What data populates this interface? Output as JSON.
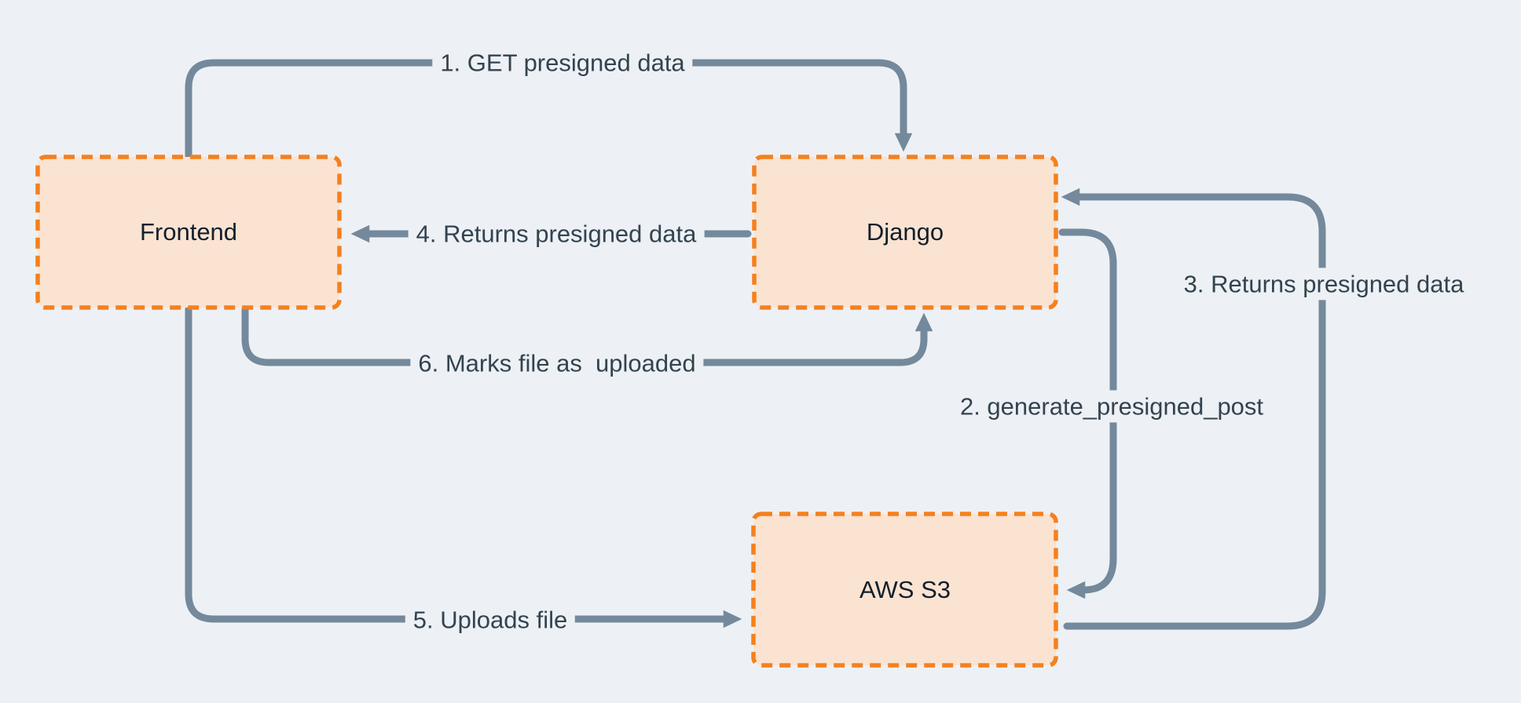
{
  "diagram": {
    "description": "Presigned S3 upload flow diagram",
    "nodes": [
      {
        "id": "frontend",
        "label": "Frontend"
      },
      {
        "id": "django",
        "label": "Django"
      },
      {
        "id": "aws-s3",
        "label": "AWS S3"
      }
    ],
    "edges": [
      {
        "id": "1",
        "label": "1. GET presigned data",
        "from": "Frontend",
        "to": "Django"
      },
      {
        "id": "2",
        "label": "2. generate_presigned_post",
        "from": "Django",
        "to": "AWS S3"
      },
      {
        "id": "3",
        "label": "3. Returns presigned data",
        "from": "AWS S3",
        "to": "Django"
      },
      {
        "id": "4",
        "label": "4. Returns presigned data",
        "from": "Django",
        "to": "Frontend"
      },
      {
        "id": "5",
        "label": "5. Uploads file",
        "from": "Frontend",
        "to": "AWS S3"
      },
      {
        "id": "6",
        "label": "6. Marks file as  uploaded",
        "from": "Frontend",
        "to": "Django"
      }
    ],
    "colors": {
      "background": "#EDF1F5",
      "node_fill": "#FBE3D2",
      "node_border": "#F5801E",
      "connector": "#74899B",
      "label_text": "#33434F",
      "node_text": "#131F2B"
    }
  }
}
